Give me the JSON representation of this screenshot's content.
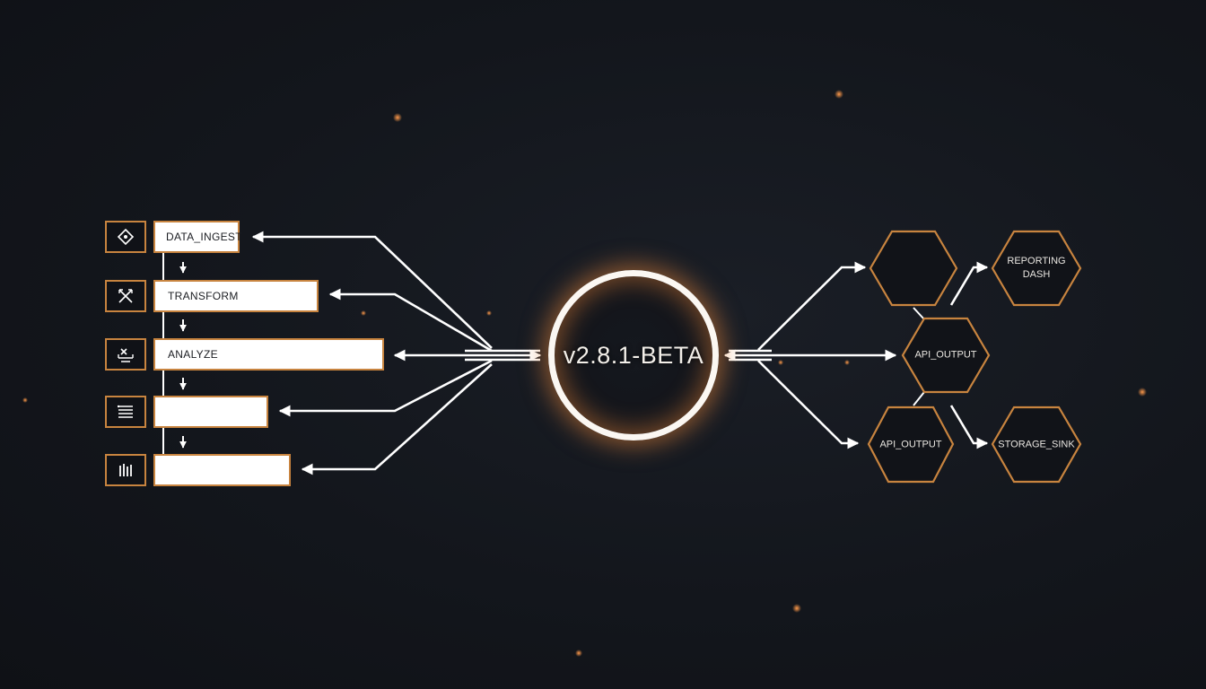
{
  "core": {
    "label": "v2.8.1-BETA"
  },
  "pipeline": [
    {
      "icon": "diamond-target-icon",
      "label": "DATA_INGEST"
    },
    {
      "icon": "cross-arrows-icon",
      "label": "TRANSFORM"
    },
    {
      "icon": "analyze-icon",
      "label": "ANALYZE"
    },
    {
      "icon": "list-icon",
      "label": ""
    },
    {
      "icon": "bars-icon",
      "label": ""
    }
  ],
  "outputs": [
    {
      "label": ""
    },
    {
      "label_line1": "REPORTING",
      "label_line2": "DASH"
    },
    {
      "label": "API_OUTPUT"
    },
    {
      "label": "API_OUTPUT"
    },
    {
      "label": "STORAGE_SINK"
    }
  ],
  "colors": {
    "background": "#13161c",
    "accent": "#c8843f",
    "glow": "#e88538",
    "line": "#ffffff"
  }
}
